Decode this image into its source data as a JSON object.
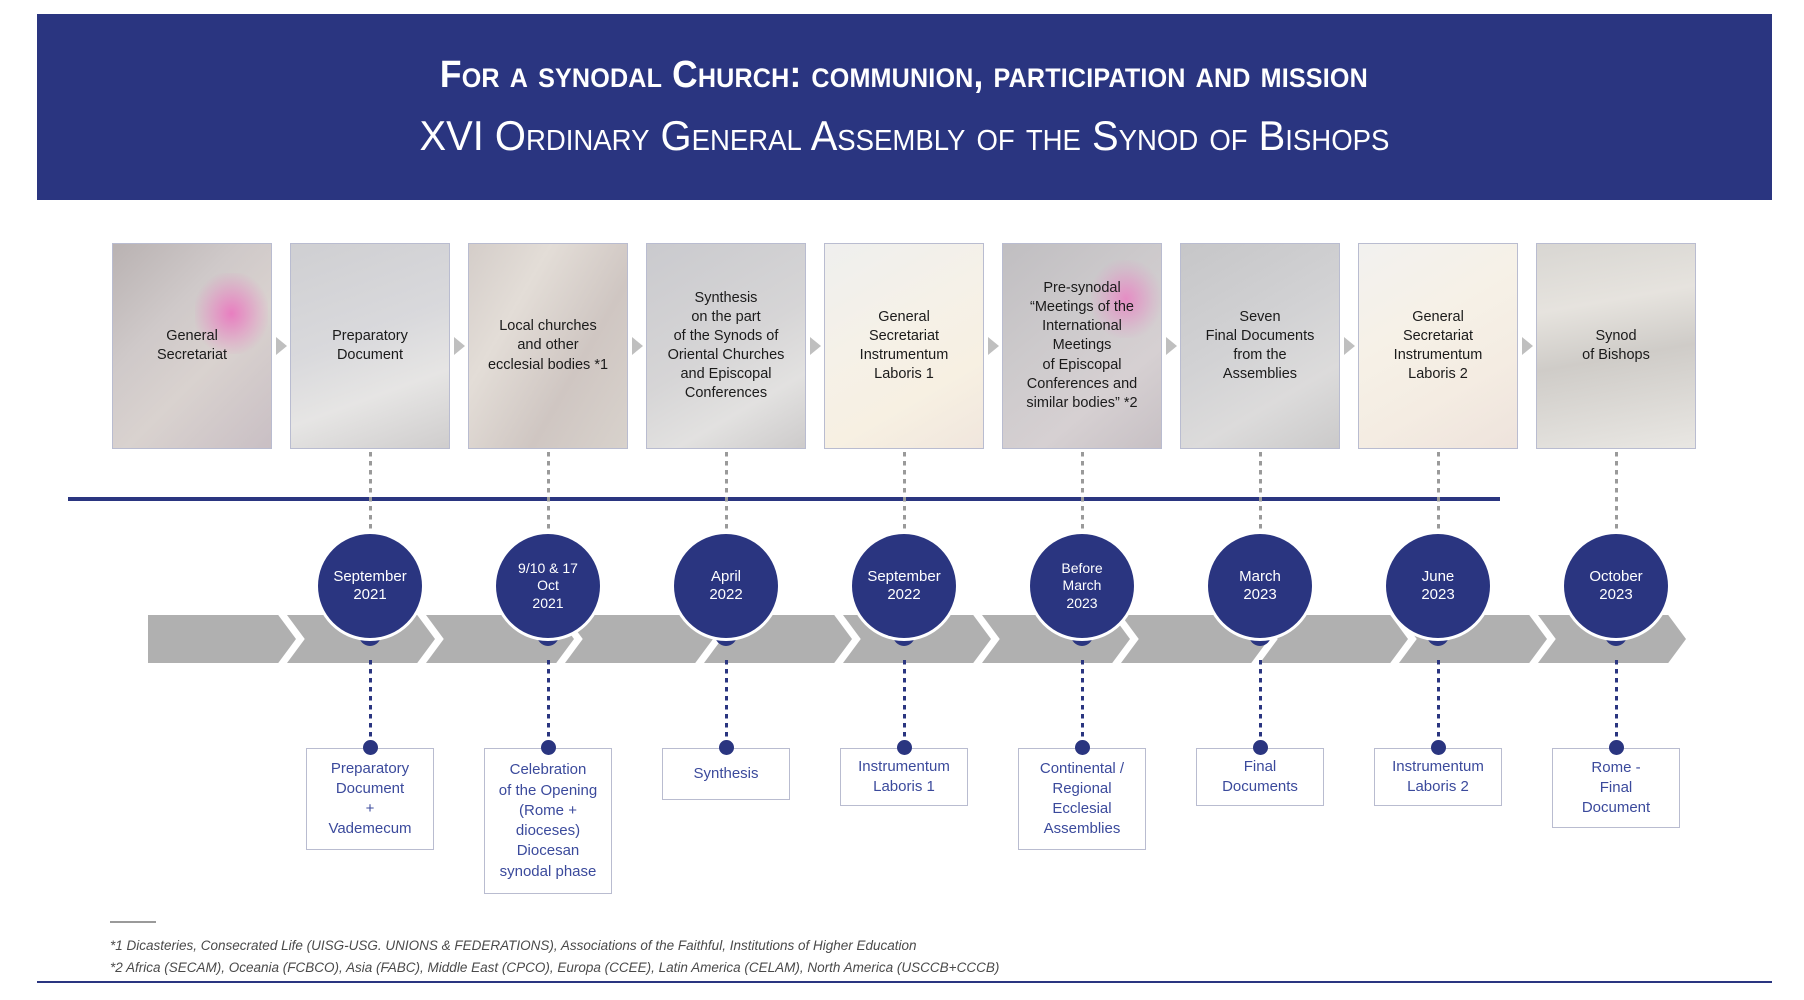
{
  "header": {
    "line1": "For a synodal Church: communion, participation and mission",
    "line2": "XVI Ordinary General Assembly of the Synod of Bishops",
    "bg_color": "#2a3580",
    "text_color": "#ffffff"
  },
  "process_cards": [
    {
      "label": "General\nSecretariat"
    },
    {
      "label": "Preparatory\nDocument"
    },
    {
      "label": "Local churches\nand other\necclesial bodies *1"
    },
    {
      "label": "Synthesis\non the part\nof the Synods of\nOriental Churches\nand Episcopal\nConferences"
    },
    {
      "label": "General\nSecretariat\nInstrumentum\nLaboris 1"
    },
    {
      "label": "Pre-synodal\n“Meetings of the\nInternational\nMeetings\nof Episcopal\nConferences and\nsimilar bodies”  *2"
    },
    {
      "label": "Seven\nFinal Documents\nfrom the\nAssemblies"
    },
    {
      "label": "General\nSecretariat\nInstrumentum\nLaboris 2"
    },
    {
      "label": "Synod\nof Bishops"
    }
  ],
  "arrow_icon": "chevron-right-icon",
  "timeline": {
    "line_color": "#2a3580",
    "bubble_color": "#2a3580",
    "strip_color": "#b0b0b0",
    "milestones": [
      {
        "date": "September\n2021",
        "event": "Preparatory\nDocument\n+\nVademecum"
      },
      {
        "date": "9/10 & 17\nOct\n2021",
        "event": "Celebration\nof the Opening\n(Rome +\ndioceses)\nDiocesan\nsynodal phase"
      },
      {
        "date": "April\n2022",
        "event": "Synthesis"
      },
      {
        "date": "September\n2022",
        "event": "Instrumentum\nLaboris 1"
      },
      {
        "date": "Before\nMarch\n2023",
        "event": "Continental /\nRegional\nEcclesial\nAssemblies"
      },
      {
        "date": "March\n2023",
        "event": "Final\nDocuments"
      },
      {
        "date": "June\n2023",
        "event": "Instrumentum\nLaboris 2"
      },
      {
        "date": "October\n2023",
        "event": "Rome -\nFinal\nDocument"
      }
    ]
  },
  "footnotes": [
    "*1 Dicasteries, Consecrated Life (UISG-USG. UNIONS & FEDERATIONS), Associations of the Faithful, Institutions of Higher Education",
    "*2 Africa (SECAM), Oceania (FCBCO), Asia (FABC), Middle East (CPCO), Europa (CCEE), Latin America (CELAM), North America (USCCB+CCCB)"
  ]
}
